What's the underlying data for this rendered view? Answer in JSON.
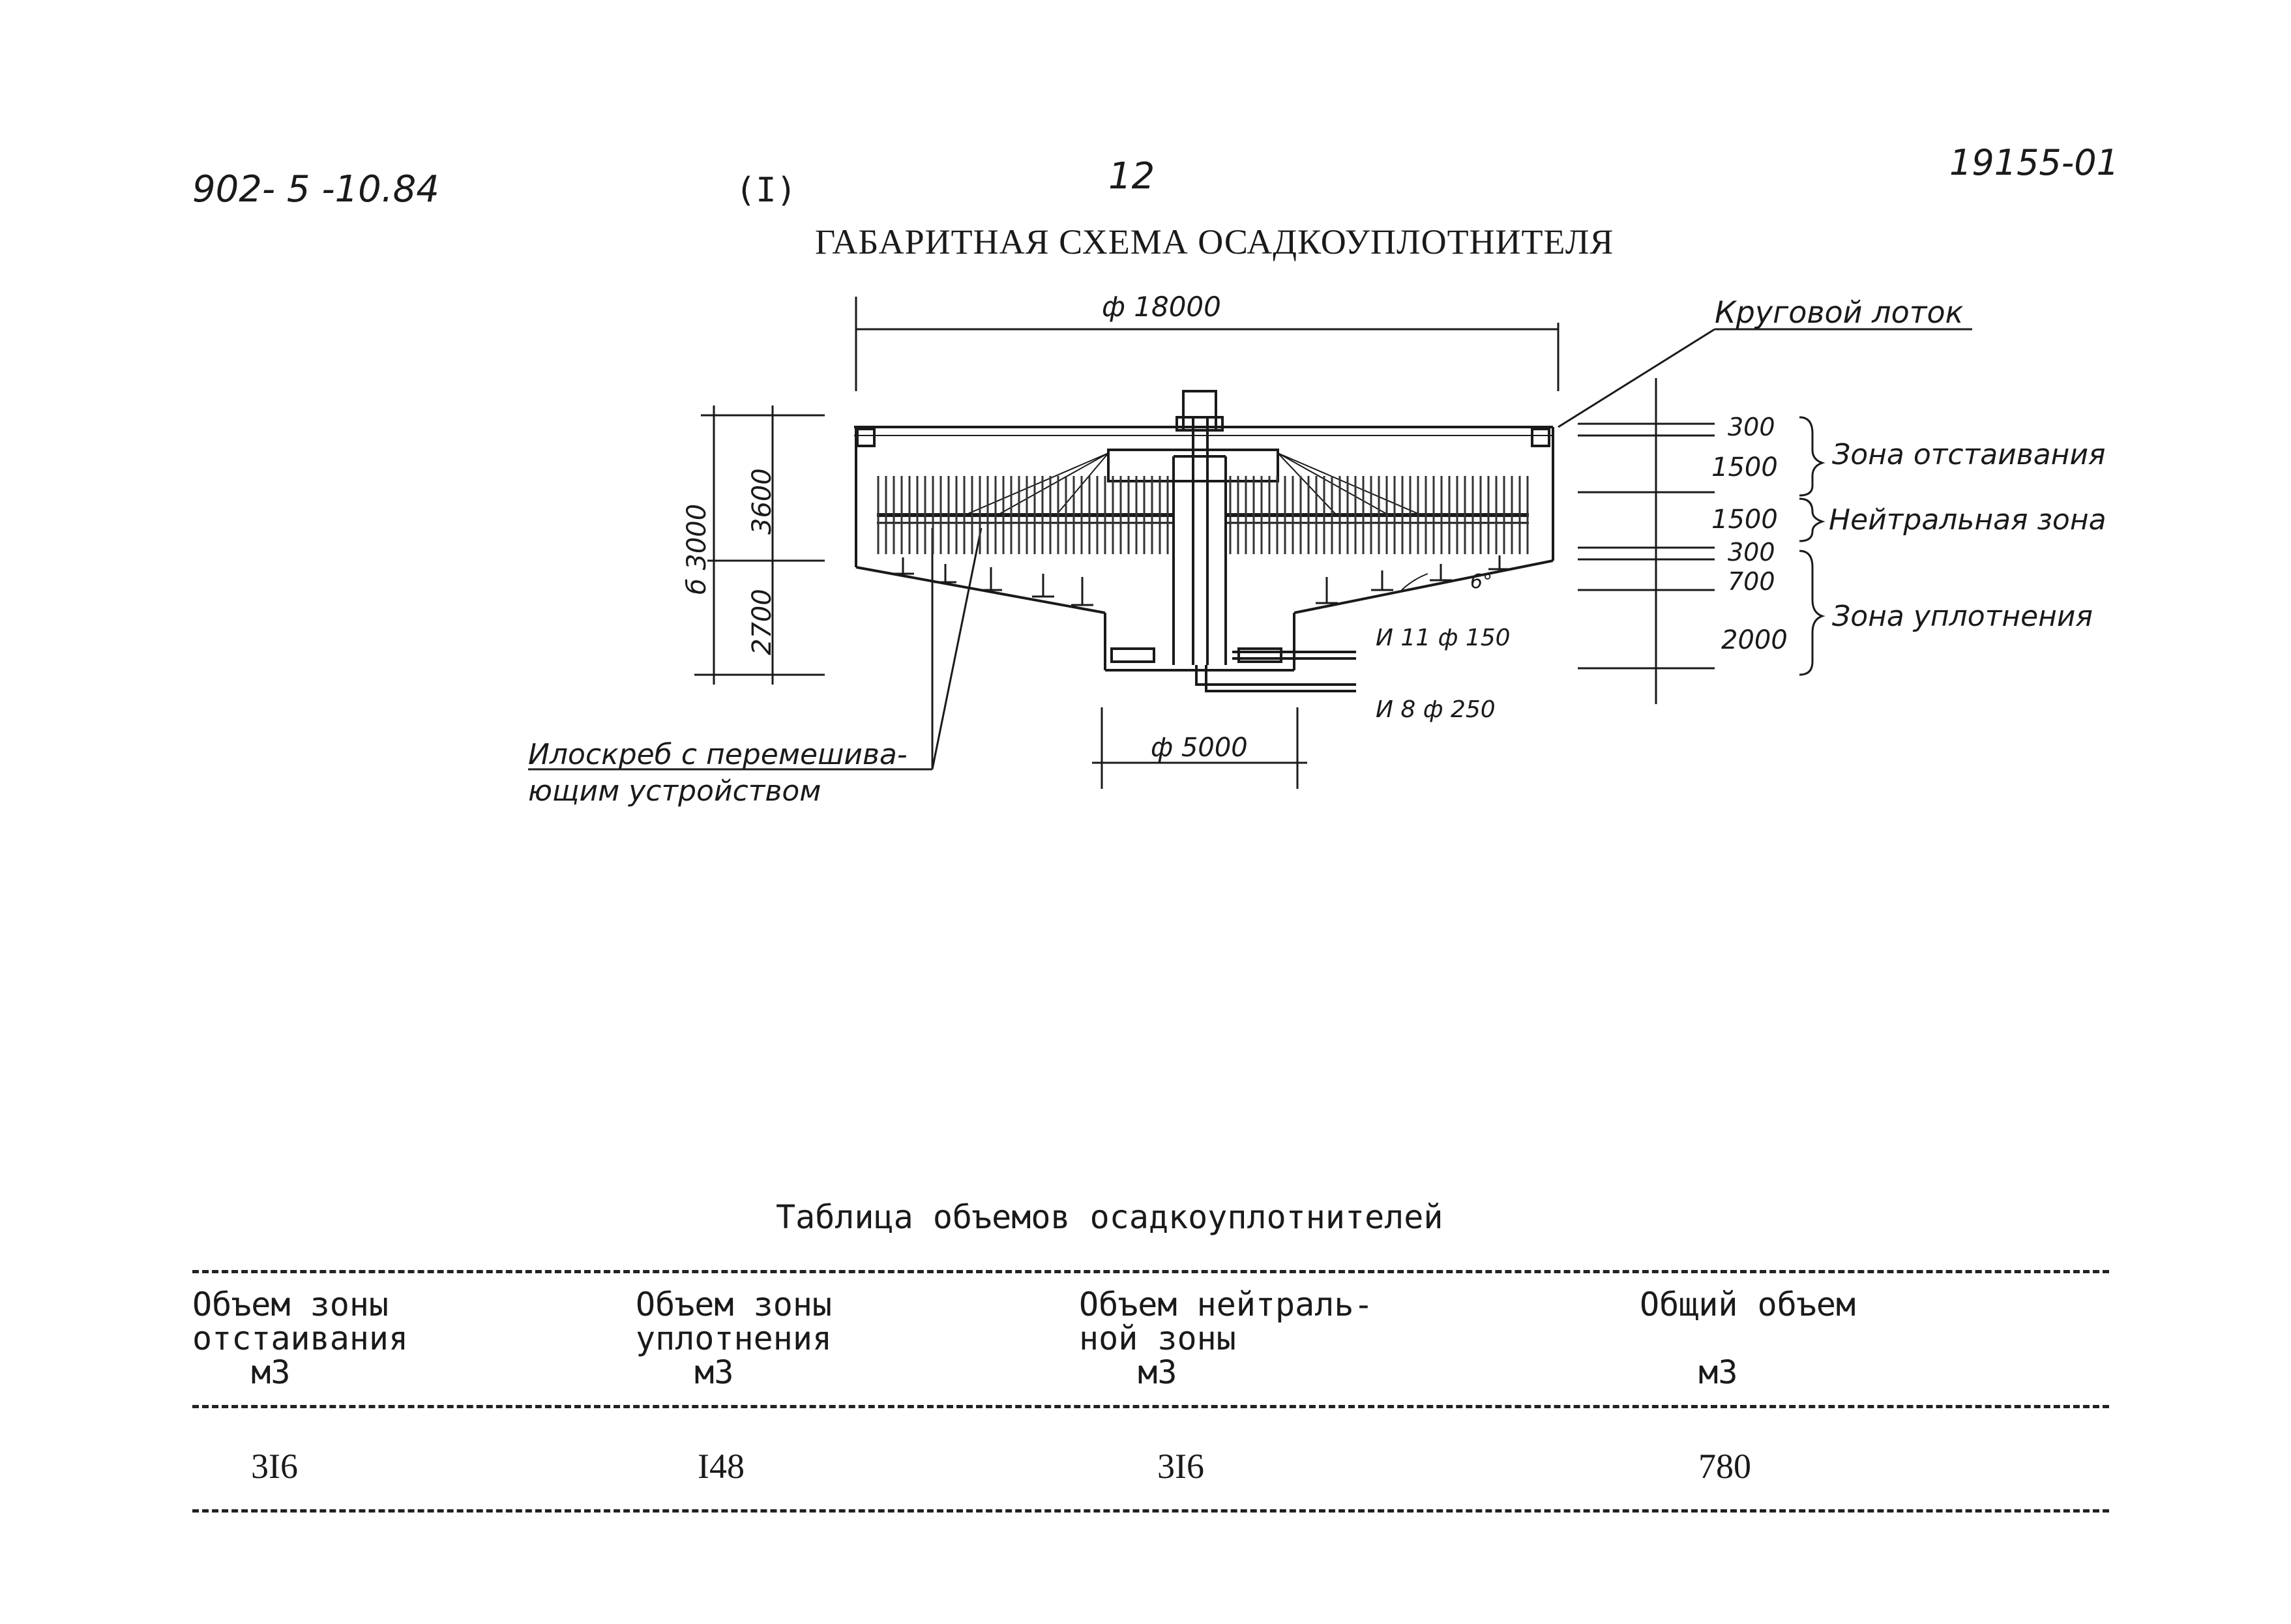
{
  "header": {
    "doc_code": "902- 5 -10.84",
    "sheet_ref": "(I)",
    "page_number": "12",
    "archive_number": "19155-01"
  },
  "drawing": {
    "title": "ГАБАРИТНАЯ СХЕМА ОСАДКОУПЛОТНИТЕЛЯ",
    "diameter_top": "ф 18000",
    "diameter_bottom": "ф 5000",
    "label_channel": "Круговой лоток",
    "label_scraper_line1": "Илоскреб с перемешива-",
    "label_scraper_line2": "ющим устройством",
    "height_total": "б 3000",
    "height_upper": "3600",
    "height_lower": "2700",
    "pipe_outlet": "И 11 ф 150",
    "pipe_inlet": "И 8 ф 250",
    "angle": "6°",
    "levels": [
      "300",
      "1500",
      "1500",
      "300",
      "700",
      "2000"
    ],
    "zones": {
      "settling": "Зона отстаивания",
      "neutral": "Нейтральная зона",
      "compaction": "Зона уплотнения"
    }
  },
  "volume_table": {
    "title": "Таблица объемов осадкоуплотнителей",
    "headers": [
      "Объем зоны\nотстаивания\n   м3",
      "Объем зоны\nуплотнения\n   м3",
      "Объем нейтраль-\nной зоны\n   м3",
      "Общий объем\n\n   м3"
    ],
    "values": [
      "3I6",
      "I48",
      "3I6",
      "780"
    ]
  }
}
